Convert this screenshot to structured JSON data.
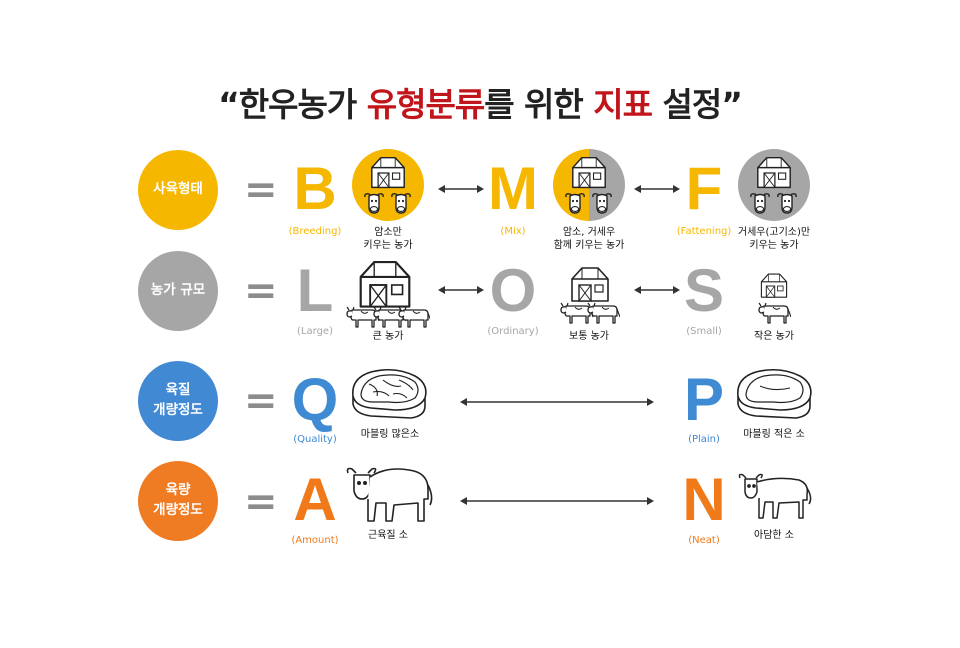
{
  "title": {
    "quote_open": "“",
    "part1": "한우농가 ",
    "highlight1": "유형분류",
    "part2": "를 위한 ",
    "highlight2": "지표",
    "part3": " 설정",
    "quote_close": "”"
  },
  "equals": "=",
  "rows": [
    {
      "category": "사육형태",
      "color": "#f6b700",
      "items": [
        {
          "letter": "B",
          "sub": "(Breeding)",
          "caption_line1": "암소만",
          "caption_line2": "키우는 농가"
        },
        {
          "letter": "M",
          "sub": "(Mix)",
          "caption_line1": "암소, 거세우",
          "caption_line2": "함께 키우는 농가"
        },
        {
          "letter": "F",
          "sub": "(Fattening)",
          "caption_line1": "거세우(고기소)만",
          "caption_line2": "키우는 농가"
        }
      ]
    },
    {
      "category": "농가 규모",
      "color": "#a6a6a6",
      "items": [
        {
          "letter": "L",
          "sub": "(Large)",
          "caption": "큰 농가"
        },
        {
          "letter": "O",
          "sub": "(Ordinary)",
          "caption": "보통 농가"
        },
        {
          "letter": "S",
          "sub": "(Small)",
          "caption": "작은 농가"
        }
      ]
    },
    {
      "category_line1": "육질",
      "category_line2": "개량정도",
      "color": "#3e8ad3",
      "items": [
        {
          "letter": "Q",
          "sub": "(Quality)",
          "caption": "마블링 많은소"
        },
        {
          "letter": "P",
          "sub": "(Plain)",
          "caption": "마블링 적은 소"
        }
      ]
    },
    {
      "category_line1": "육량",
      "category_line2": "개량정도",
      "color": "#f07a1a",
      "items": [
        {
          "letter": "A",
          "sub": "(Amount)",
          "caption": "근육질 소"
        },
        {
          "letter": "N",
          "sub": "(Neat)",
          "caption": "아담한 소"
        }
      ]
    }
  ],
  "icons": [
    "barn-icon",
    "cow-icon",
    "steak-icon",
    "bull-icon",
    "double-arrow-icon"
  ]
}
